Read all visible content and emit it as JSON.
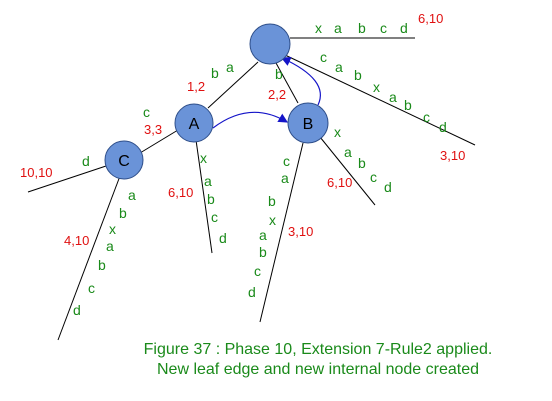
{
  "nodes": {
    "root": "",
    "a": "A",
    "b": "B",
    "c": "C"
  },
  "edge_labels": {
    "root_top": [
      "x",
      "a",
      "b",
      "c",
      "d"
    ],
    "root_right": [
      "c",
      "a",
      "b",
      "x",
      "a",
      "b",
      "c",
      "d"
    ],
    "root_a": [
      "b",
      "a"
    ],
    "root_b": [
      "b"
    ],
    "a_c": [
      "c"
    ],
    "a_leaf": [
      "x",
      "a",
      "b",
      "c",
      "d"
    ],
    "c_left": [
      "d"
    ],
    "c_leaf": [
      "a",
      "b",
      "x",
      "a",
      "b",
      "c",
      "d"
    ],
    "b_leaf_right": [
      "x",
      "a",
      "b",
      "c",
      "d"
    ],
    "b_leaf_down": [
      "c",
      "a",
      "b",
      "x",
      "a",
      "b",
      "c",
      "d"
    ]
  },
  "indices": {
    "root_top": "6,10",
    "root_right": "3,10",
    "root_a": "1,2",
    "root_b": "2,2",
    "a_c": "3,3",
    "a_leaf": "6,10",
    "c_left": "10,10",
    "c_leaf": "4,10",
    "b_leaf_right": "6,10",
    "b_leaf_down": "3,10"
  },
  "caption": {
    "line1": "Figure 37 : Phase 10, Extension 7-Rule2 applied.",
    "line2": "New leaf edge and new internal node created"
  }
}
